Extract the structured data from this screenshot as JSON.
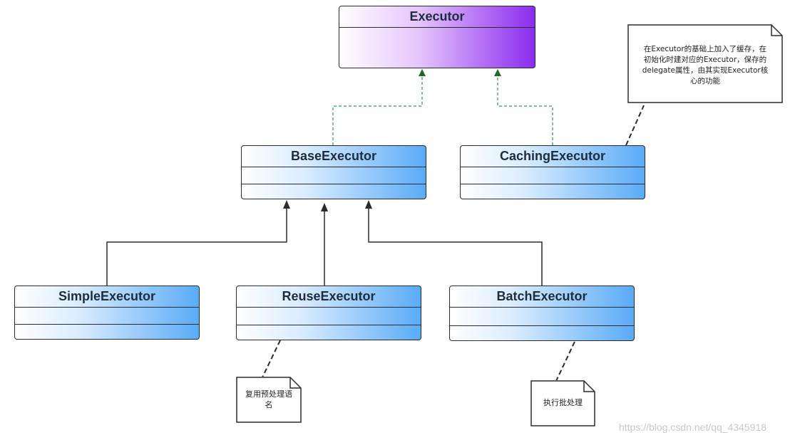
{
  "classes": {
    "executor": "Executor",
    "base_executor": "BaseExecutor",
    "caching_executor": "CachingExecutor",
    "simple_executor": "SimpleExecutor",
    "reuse_executor": "ReuseExecutor",
    "batch_executor": "BatchExecutor"
  },
  "notes": {
    "caching": {
      "line1": "在Executor的基础上加入了缓存，在",
      "line2": "初始化时建对应的Executor，保存的",
      "line3": "delegate属性，由其实现Executor核",
      "line4": "心的功能"
    },
    "reuse": {
      "line1": "复用预处理语",
      "line2": "名"
    },
    "batch": {
      "line1": "执行批处理"
    }
  },
  "watermark": "https://blog.csdn.net/qq_4345918",
  "colors": {
    "interface_fill": "#8a2cf0",
    "class_fill": "#5aabf7",
    "realization_arrow": "#1d6b2a",
    "realization_line": "#3a8a7a",
    "line": "#2b2b2b"
  }
}
